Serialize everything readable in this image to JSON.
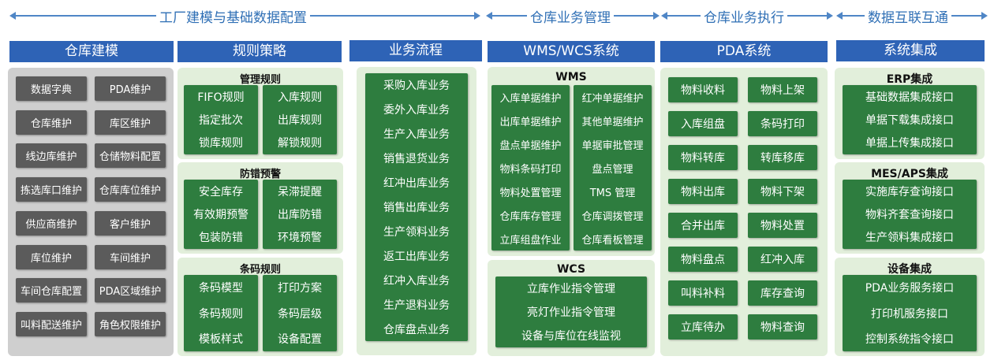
{
  "top_labels": {
    "factory_modeling": "工厂建模与基础数据配置",
    "warehouse_management": "仓库业务管理",
    "warehouse_execution": "仓库业务执行",
    "data_interconnect": "数据互联互通"
  },
  "columns": {
    "warehouse_modeling": {
      "title": "仓库建模",
      "items": [
        "数据字典",
        "PDA维护",
        "仓库维护",
        "库区维护",
        "线边库维护",
        "仓储物料配置",
        "拣选库口维护",
        "仓库库位维护",
        "供应商维护",
        "客户维护",
        "库位维护",
        "车间维护",
        "车间仓库配置",
        "PDA区域维护",
        "叫料配送维护",
        "角色权限维护"
      ]
    },
    "rules": {
      "title": "规则策略",
      "groups": [
        {
          "title": "管理规则",
          "left": [
            "FIFO规则",
            "指定批次",
            "锁库规则"
          ],
          "right": [
            "入库规则",
            "出库规则",
            "解锁规则"
          ]
        },
        {
          "title": "防错预警",
          "left": [
            "安全库存",
            "有效期预警",
            "包装防错"
          ],
          "right": [
            "呆滞提醒",
            "出库防错",
            "环境预警"
          ]
        },
        {
          "title": "条码规则",
          "left": [
            "条码模型",
            "条码规则",
            "模板样式"
          ],
          "right": [
            "打印方案",
            "条码层级",
            "设备配置"
          ]
        }
      ]
    },
    "process": {
      "title": "业务流程",
      "items": [
        "采购入库业务",
        "委外入库业务",
        "生产入库业务",
        "销售退货业务",
        "红冲出库业务",
        "销售出库业务",
        "生产领料业务",
        "返工出库业务",
        "红冲入库业务",
        "生产退料业务",
        "仓库盘点业务"
      ]
    },
    "wms": {
      "title": "WMS/WCS系统",
      "wms_title": "WMS",
      "wms_left": [
        "入库单据维护",
        "出库单据维护",
        "盘点单据维护",
        "物料条码打印",
        "物料处置管理",
        "仓库库存管理",
        "立库组盘作业"
      ],
      "wms_right": [
        "红冲单据维护",
        "其他单据维护",
        "单据审批管理",
        "盘点管理",
        "TMS 管理",
        "仓库调拨管理",
        "仓库看板管理"
      ],
      "wcs_title": "WCS",
      "wcs_items": [
        "立库作业指令管理",
        "亮灯作业指令管理",
        "设备与库位在线监视"
      ]
    },
    "pda": {
      "title": "PDA系统",
      "items": [
        "物料收料",
        "物料上架",
        "入库组盘",
        "条码打印",
        "物料转库",
        "转库移库",
        "物料出库",
        "物料下架",
        "合并出库",
        "物料处置",
        "物料盘点",
        "红冲入库",
        "叫料补料",
        "库存查询",
        "立库待办",
        "物料查询"
      ]
    },
    "integration": {
      "title": "系统集成",
      "groups": [
        {
          "title": "ERP集成",
          "items": [
            "基础数据集成接口",
            "单据下载集成接口",
            "单据上传集成接口"
          ]
        },
        {
          "title": "MES/APS集成",
          "items": [
            "实施库存查询接口",
            "物料齐套查询接口",
            "生产领料集成接口"
          ]
        },
        {
          "title": "设备集成",
          "items": [
            "PDA业务服务接口",
            "打印机服务接口",
            "控制系统指令接口"
          ]
        }
      ]
    }
  }
}
